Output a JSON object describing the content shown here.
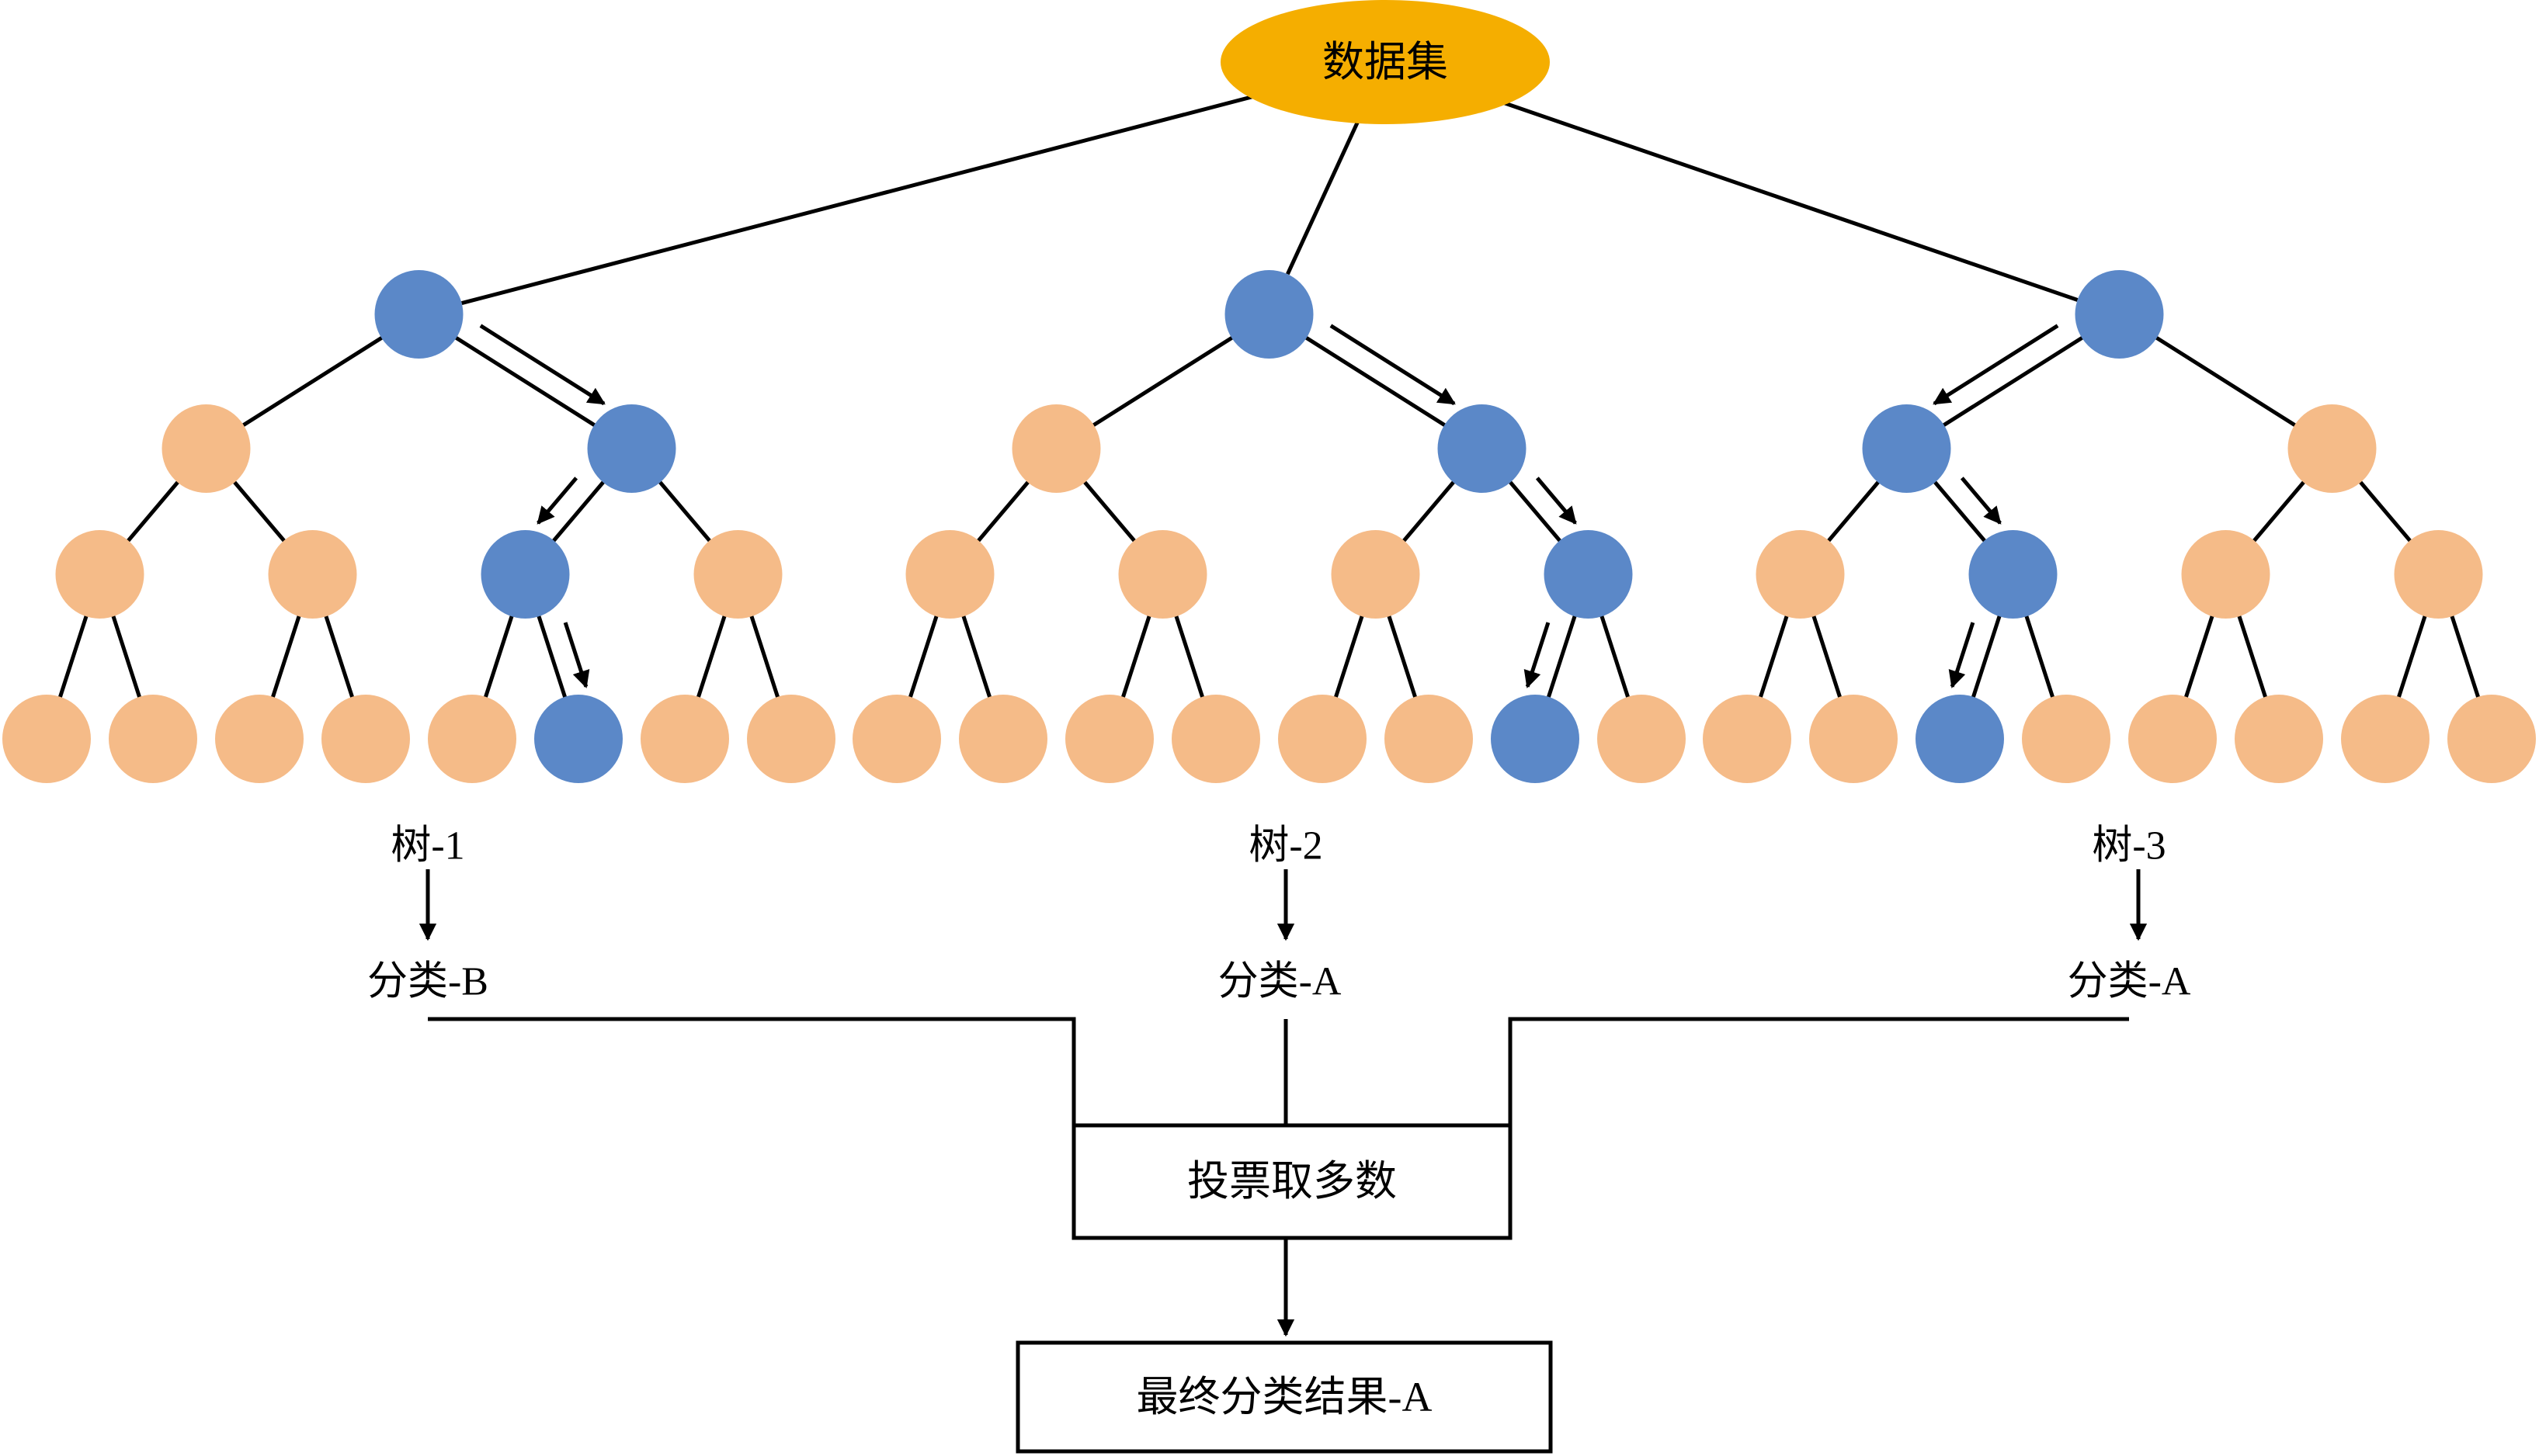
{
  "root_label": "数据集",
  "trees": [
    {
      "name": "树-1",
      "result": "分类-B"
    },
    {
      "name": "树-2",
      "result": "分类-A"
    },
    {
      "name": "树-3",
      "result": "分类-A"
    }
  ],
  "vote_label": "投票取多数",
  "final_label": "最终分类结果-A",
  "colors": {
    "root": "#F5AE00",
    "active_node": "#5B88C8",
    "inactive_node": "#F5BB88",
    "line": "#000000"
  }
}
